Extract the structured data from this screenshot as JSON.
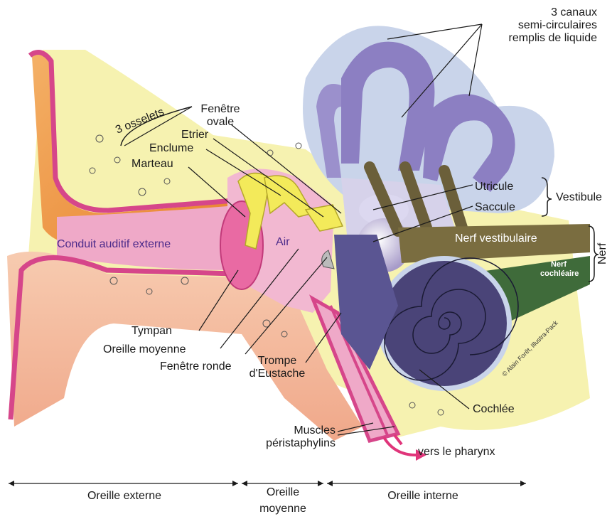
{
  "labels": {
    "canaux": [
      "3 canaux",
      "semi-circulaires",
      "remplis de liquide"
    ],
    "osselets": "3 osselets",
    "fenetre_ovale": [
      "Fenêtre",
      "ovale"
    ],
    "etrier": "Etrier",
    "enclume": "Enclume",
    "marteau": "Marteau",
    "conduit": "Conduit auditif externe",
    "air": "Air",
    "tympan": "Tympan",
    "oreille_moyenne": "Oreille moyenne",
    "fenetre_ronde": "Fenêtre ronde",
    "trompe": [
      "Trompe",
      "d'Eustache"
    ],
    "utricule": "Utricule",
    "saccule": "Saccule",
    "vestibule": "Vestibule",
    "nerf_vestibulaire": "Nerf vestibulaire",
    "nerf_cochleaire": [
      "Nerf",
      "cochléaire"
    ],
    "nerf": "Nerf",
    "cochlee": "Cochlée",
    "muscles": [
      "Muscles",
      "péristaphylins"
    ],
    "pharynx": "vers le pharynx",
    "copyright": "© Alain Forêt, Illustra-Pack"
  },
  "regions": {
    "externe": "Oreille externe",
    "moyenne": [
      "Oreille",
      "moyenne"
    ],
    "interne": "Oreille interne"
  },
  "colors": {
    "skin_pink": "#d6468a",
    "bone_yellow": "#f6f2b0",
    "ossicle_yellow": "#f3ea5a",
    "labyrinth": "#8c7fc2",
    "cochlea": "#4a4478",
    "nerve": "#6b5f3a"
  }
}
